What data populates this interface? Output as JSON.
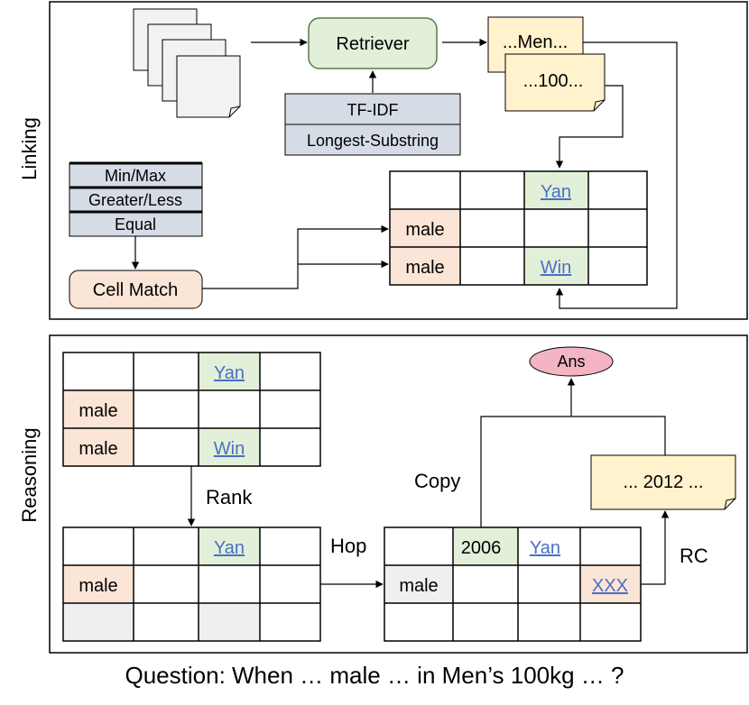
{
  "sections": {
    "linking": "Linking",
    "reasoning": "Reasoning"
  },
  "linking": {
    "retriever": "Retriever",
    "retriever_methods": [
      "TF-IDF",
      "Longest-Substring"
    ],
    "passages": [
      "...Men...",
      "...100..."
    ],
    "match_ops": [
      "Min/Max",
      "Greater/Less",
      "Equal"
    ],
    "cell_match": "Cell Match",
    "table": {
      "cells": [
        [
          "",
          "",
          "Yan",
          ""
        ],
        [
          "male",
          "",
          "",
          ""
        ],
        [
          "male",
          "",
          "Win",
          ""
        ]
      ]
    }
  },
  "reasoning": {
    "table1": {
      "cells": [
        [
          "",
          "",
          "Yan",
          ""
        ],
        [
          "male",
          "",
          "",
          ""
        ],
        [
          "male",
          "",
          "Win",
          ""
        ]
      ]
    },
    "rank_label": "Rank",
    "table2": {
      "cells": [
        [
          "",
          "",
          "Yan",
          ""
        ],
        [
          "male",
          "",
          "",
          ""
        ],
        [
          "",
          "",
          "",
          ""
        ]
      ]
    },
    "hop_label": "Hop",
    "table3": {
      "cells": [
        [
          "",
          "2006",
          "Yan",
          ""
        ],
        [
          "male",
          "",
          "",
          "XXX"
        ],
        [
          "",
          "",
          "",
          ""
        ]
      ]
    },
    "copy_label": "Copy",
    "rc_label": "RC",
    "passage": "... 2012 ...",
    "answer": "Ans"
  },
  "question": "Question: When … male … in Men’s 100kg … ?",
  "colors": {
    "retriever_fill": "#e2f0d9",
    "retriever_stroke": "#5b7a4a",
    "method_fill": "#d6dce5",
    "passage_fill": "#fff2cc",
    "cell_match_fill": "#fbe5d6",
    "male_fill": "#fbe5d6",
    "linked_fill": "#e2f0d9",
    "xxx_fill": "#fbe5d6",
    "gray_fill": "#efefef",
    "answer_fill": "#f4b4c4",
    "link_text": "#4a70c4"
  }
}
